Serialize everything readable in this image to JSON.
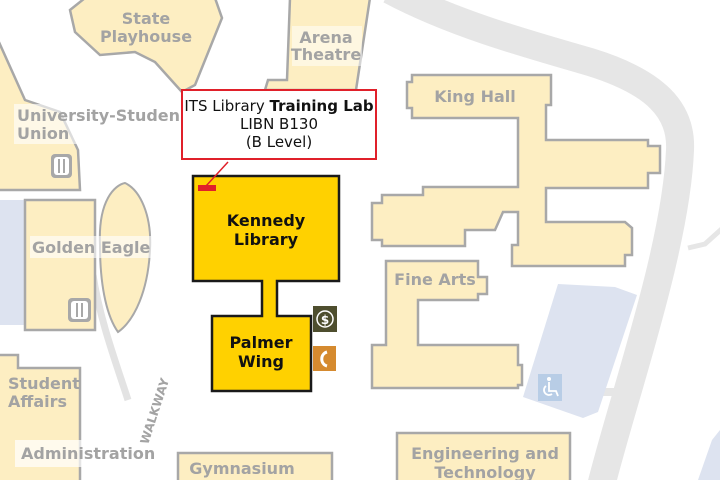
{
  "callout": {
    "line1_prefix": "ITS Library",
    "line1_bold": "Training Lab",
    "line2": "LIBN B130",
    "line3": "(B Level)",
    "border_color": "#e0202a"
  },
  "buildings": {
    "state_playhouse": [
      "State",
      "Playhouse"
    ],
    "arena_theatre": [
      "Arena",
      "Theatre"
    ],
    "university_student_union": [
      "University-Studen",
      "Union"
    ],
    "golden_eagle": "Golden Eagle",
    "kennedy_library": [
      "Kennedy",
      "Library"
    ],
    "palmer_wing": [
      "Palmer",
      "Wing"
    ],
    "king_hall": "King Hall",
    "fine_arts": "Fine Arts",
    "student_affairs": [
      "Student",
      "Affairs"
    ],
    "administration": "Administration",
    "gymnasium": "Gymnasium",
    "engineering": [
      "Engineering and",
      "Technology"
    ]
  },
  "paths": {
    "walkway": "WALKWAY"
  },
  "icons": [
    "dining-icon",
    "dining-icon",
    "atm-dollar-icon",
    "phone-icon",
    "accessible-parking-icon"
  ],
  "colors": {
    "building": "#fdeec2",
    "highlight": "#ffd100",
    "parking": "#dde3f0",
    "road": "#e6e6e6",
    "atm": "#4e4e2e",
    "phone": "#d58a2f"
  }
}
